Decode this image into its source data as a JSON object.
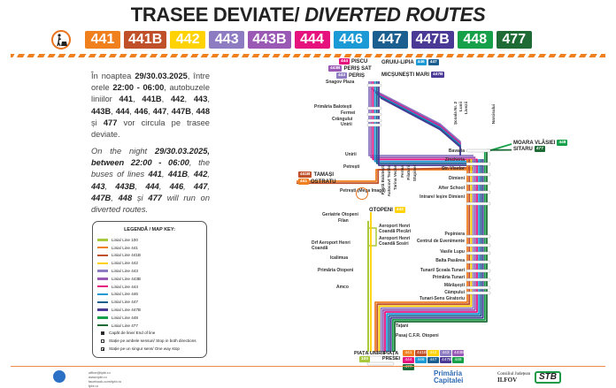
{
  "header": {
    "title_ro": "TRASEE DEVIATE/",
    "title_en": "DIVERTED ROUTES"
  },
  "lines": [
    {
      "id": "441",
      "color": "#f07f1e"
    },
    {
      "id": "441B",
      "color": "#c0502a"
    },
    {
      "id": "442",
      "color": "#ffd200"
    },
    {
      "id": "443",
      "color": "#8e7cc3"
    },
    {
      "id": "443B",
      "color": "#9b59b6"
    },
    {
      "id": "444",
      "color": "#e6127d"
    },
    {
      "id": "446",
      "color": "#1b9ad6"
    },
    {
      "id": "447",
      "color": "#1a5f8f"
    },
    {
      "id": "447B",
      "color": "#4a3a96"
    },
    {
      "id": "448",
      "color": "#16a04a"
    },
    {
      "id": "477",
      "color": "#1e6b35"
    }
  ],
  "notice": {
    "ro": [
      {
        "t": "În noaptea "
      },
      {
        "t": "29/30.03.2025",
        "b": 1
      },
      {
        "t": ", între orele "
      },
      {
        "t": "22:00 - 06:00",
        "b": 1
      },
      {
        "t": ", autobuzele liniilor "
      },
      {
        "t": "441",
        "b": 1
      },
      {
        "t": ", "
      },
      {
        "t": "441B",
        "b": 1
      },
      {
        "t": ", "
      },
      {
        "t": "442",
        "b": 1
      },
      {
        "t": ", "
      },
      {
        "t": "443",
        "b": 1
      },
      {
        "t": ", "
      },
      {
        "t": "443B",
        "b": 1
      },
      {
        "t": ", "
      },
      {
        "t": "444",
        "b": 1
      },
      {
        "t": ", "
      },
      {
        "t": "446",
        "b": 1
      },
      {
        "t": ", "
      },
      {
        "t": "447",
        "b": 1
      },
      {
        "t": ", "
      },
      {
        "t": "447B",
        "b": 1
      },
      {
        "t": ", "
      },
      {
        "t": "448",
        "b": 1
      },
      {
        "t": " și "
      },
      {
        "t": "477",
        "b": 1
      },
      {
        "t": " vor circula pe trasee deviate."
      }
    ],
    "en": [
      {
        "t": "On the night "
      },
      {
        "t": "29/30.03.2025, between 22:00 - 06:00",
        "b": 1
      },
      {
        "t": ", the buses of lines "
      },
      {
        "t": "441",
        "b": 1
      },
      {
        "t": ", "
      },
      {
        "t": "441B",
        "b": 1
      },
      {
        "t": ", "
      },
      {
        "t": "442",
        "b": 1
      },
      {
        "t": ", "
      },
      {
        "t": "443",
        "b": 1
      },
      {
        "t": ", "
      },
      {
        "t": "443B",
        "b": 1
      },
      {
        "t": ", "
      },
      {
        "t": "444",
        "b": 1
      },
      {
        "t": ", "
      },
      {
        "t": "446",
        "b": 1
      },
      {
        "t": ", "
      },
      {
        "t": "447",
        "b": 1
      },
      {
        "t": ", "
      },
      {
        "t": "447B",
        "b": 1
      },
      {
        "t": ", "
      },
      {
        "t": "448",
        "b": 1
      },
      {
        "t": " și "
      },
      {
        "t": "477",
        "b": 1
      },
      {
        "t": " will run on diverted routes."
      }
    ]
  },
  "legend": {
    "title": "LEGENDĂ / MAP KEY:",
    "items": [
      {
        "label": "Linia/ Line 100",
        "color": "#a8c93a"
      },
      {
        "label": "Linia/ Line 441",
        "color": "#f07f1e"
      },
      {
        "label": "Linia/ Line 441B",
        "color": "#c0502a"
      },
      {
        "label": "Linia/ Line 442",
        "color": "#ffd200"
      },
      {
        "label": "Linia/ Line 443",
        "color": "#8e7cc3"
      },
      {
        "label": "Linia/ Line 443B",
        "color": "#9b59b6"
      },
      {
        "label": "Linia/ Line 444",
        "color": "#e6127d"
      },
      {
        "label": "Linia/ Line 446",
        "color": "#1b9ad6"
      },
      {
        "label": "Linia/ Line 447",
        "color": "#1a5f8f"
      },
      {
        "label": "Linia/ Line 447B",
        "color": "#4a3a96"
      },
      {
        "label": "Linia/ Line 448",
        "color": "#16a04a"
      },
      {
        "label": "Linia/ Line 477",
        "color": "#1e6b35"
      }
    ],
    "end_of_line": "Capăt de linie/ End of line",
    "both_dir": "Stație pe ambele sensuri/ Stop in both directions",
    "one_way": "Stație pe un singur sens/ One way stop"
  },
  "map": {
    "termini": {
      "piscu": "PISCU",
      "peris_sat": "PERIȘ SAT",
      "peris": "PERIȘ",
      "gruiu": "GRUIU-LIPIA",
      "micsunesti": "MICȘUNEȘTI MARI",
      "tamasi": "TAMAȘI",
      "ostratu": "OSTRATU",
      "moara": "MOARA VLĂSIEI",
      "sitaru": "SITARU",
      "otopeni": "OTOPENI",
      "piata_unirii": "PIAȚA UNIRII",
      "piata_presei": "PIAȚA PRESEI"
    },
    "left_stops": [
      "Snagov Plaza",
      "Primăria Balotești",
      "Fermei",
      "Crângului",
      "Unirii",
      "Unirii",
      "Petrești"
    ],
    "petresti_mega": "Petrești (Mega Image)",
    "vertical_stops": [
      "Poștă Balotești",
      "Autocovt Textile",
      "Tarina Veche",
      "Ferma",
      "Filaturii",
      "Stupinei",
      "Școala Nr. 2",
      "Lunii",
      "Livezii",
      "Narcisului"
    ],
    "right_stops": [
      "Bavaria",
      "Zincheria",
      "Str. Viselor",
      "Dimieni",
      "After School",
      "Intrare/ Ieșire Dimieni",
      "Pepiniera",
      "Centrul de Evenimente",
      "Vasile Lupu",
      "Balta Pasărea",
      "Tunari/ Școala Tunari",
      "Primăria Tunari",
      "Mărășești",
      "Câmpului",
      "Tunari-Sens Giratoriu"
    ],
    "l100_stops": [
      "Geriatrie Otopeni",
      "Filan",
      "Aeroport Henri Coandă Plecări",
      "Aeroport Henri Coandă Sosiri",
      "Drf Aeroport Henri Coandă",
      "Icalimua",
      "Primăria Otopeni",
      "Amco",
      "Tațani",
      "Pasaj C.F.R. Otopeni"
    ],
    "l100_badge": "100"
  },
  "footer": {
    "contacts": [
      "office@tpbi.ro",
      "www.tpbi.ro",
      "facebook.com/tpbi.ro",
      "tpbi.ro"
    ],
    "pmb": "Primăria Capitalei",
    "cj1": "Consiliul Județean",
    "cj2": "ILFOV",
    "stb": "STB"
  }
}
